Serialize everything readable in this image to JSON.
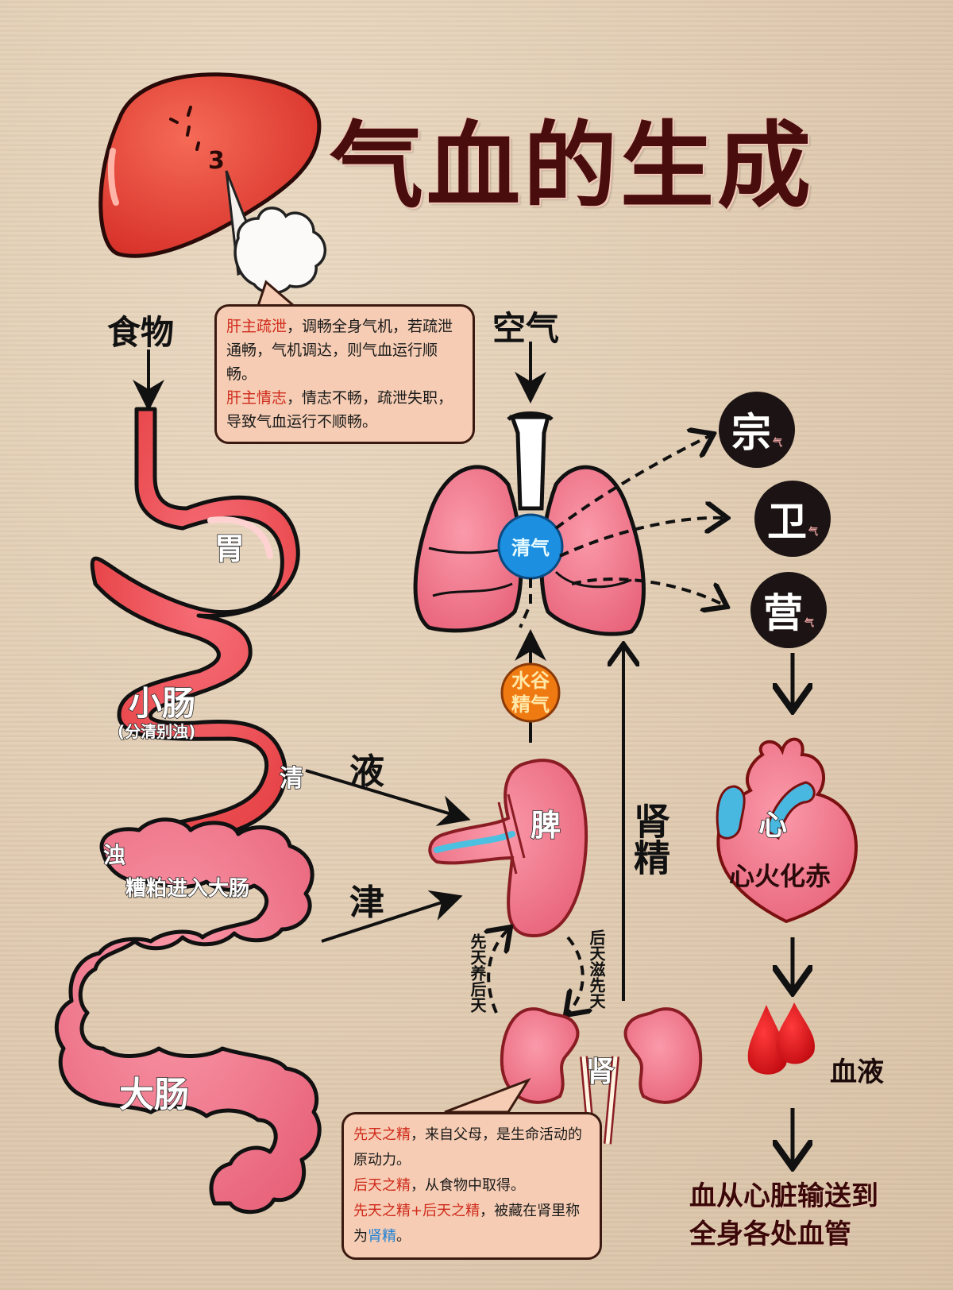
{
  "title": "气血的生成",
  "labels": {
    "food": "食物",
    "air": "空气",
    "stomach": "胃",
    "small_intestine": "小肠",
    "small_intestine_note": "(分清别浊)",
    "clear": "清",
    "turbid": "浊",
    "dregs": "糟粕进入大肠",
    "large_intestine": "大肠",
    "ye": "液",
    "jin": "津",
    "spleen": "脾",
    "kidney": "肾",
    "kidney_essence": "肾精",
    "clear_qi": "清气",
    "grain_essence_line1": "水谷",
    "grain_essence_line2": "精气",
    "xiantian_yang_houtian": "先天养后天",
    "houtian_zi_xiantian": "后天滋先天",
    "heart": "心",
    "heart_fire": "心火化赤",
    "blood": "血液",
    "blood_transport_line1": "血从心脏输送到",
    "blood_transport_line2": "全身各处血管"
  },
  "qi_types": [
    {
      "name": "宗",
      "suffix": "气"
    },
    {
      "name": "卫",
      "suffix": "气"
    },
    {
      "name": "营",
      "suffix": "气"
    }
  ],
  "liver_bubble": {
    "p1_highlight": "肝主疏泄",
    "p1_text": "，调畅全身气机，若疏泄通畅，气机调达，则气血运行顺畅。",
    "p2_highlight": "肝主情志",
    "p2_text": "，情志不畅，疏泄失职，导致气血运行不顺畅。"
  },
  "kidney_bubble": {
    "p1_highlight": "先天之精",
    "p1_text": "，来自父母，是生命活动的原动力。",
    "p2_highlight": "后天之精",
    "p2_text": "，从食物中取得。",
    "p3_highlight": "先天之精+后天之精",
    "p3_text": "，被藏在肾里称为",
    "p3_end_highlight": "肾精",
    "p3_end": "。"
  },
  "colors": {
    "title": "#4a0d0d",
    "highlight_red": "#d02a1c",
    "highlight_blue": "#1b7fd6",
    "clear_qi_circle": "#1d8fe0",
    "grain_essence_circle": "#f07a12",
    "qi_circle": "#1c1414",
    "organ_red": "#e8413a",
    "organ_pink": "#f08a98"
  }
}
